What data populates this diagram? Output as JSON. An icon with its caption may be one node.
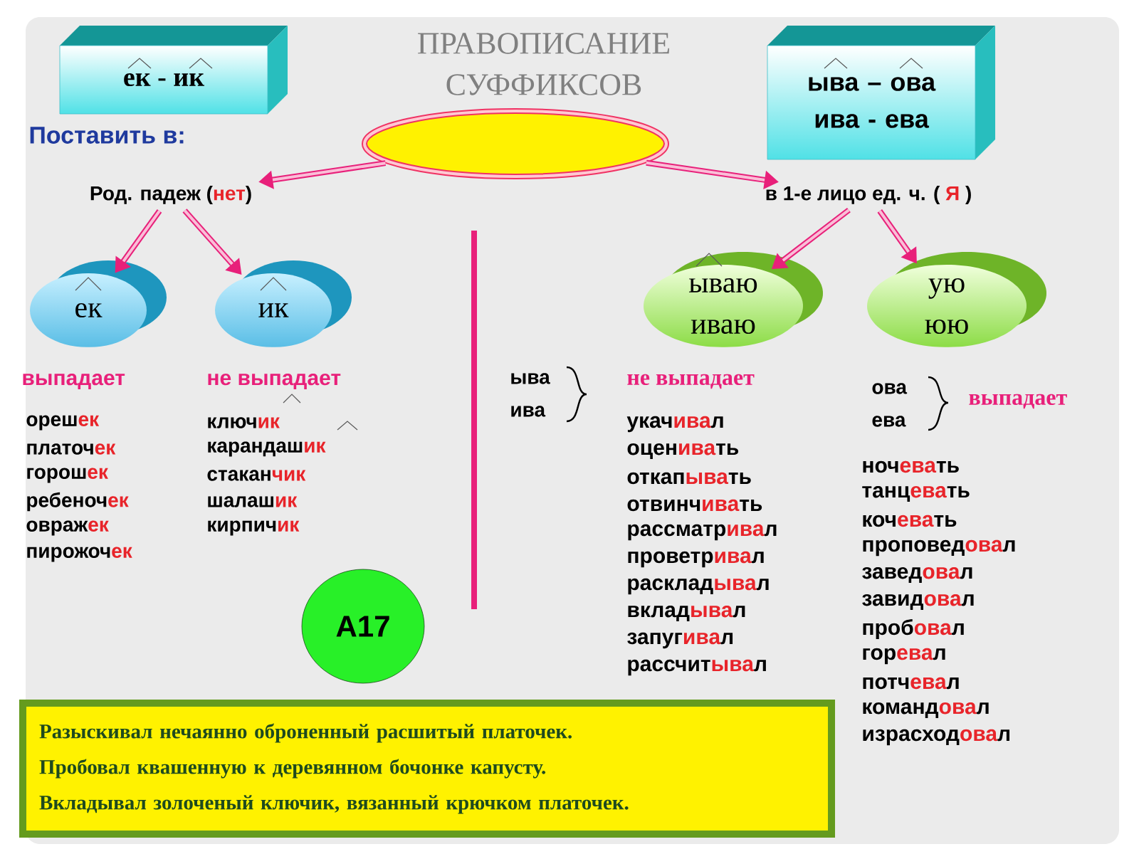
{
  "diagram": {
    "title": "ПРАВОПИСАНИЕ СУФФИКСОВ",
    "nodes": [
      {
        "text": [
          "ек - ик"
        ]
      },
      {
        "text": [
          "ыва – ова ива - ева"
        ]
      },
      {
        "text": [],
        "shape": "ellipse"
      },
      {
        "text": [
          "Род. падеж (**нет**)"
        ]
      },
      {
        "text": [
          "в 1-е лицо ед. ч. ( **Я** )"
        ]
      },
      {
        "text": [
          "ек"
        ]
      },
      {
        "text": [
          "ик"
        ]
      },
      {
        "text": [
          "ываю иваю"
        ]
      },
      {
        "text": [
          "ую юю"
        ]
      },
      {
        "text": [
          "A17"
        ]
      },
      {
        "text": [
          "Разыскивал нечаянно оброненный расшитый платочек.",
          "Пробовал квашенную к деревянном бочонке капусту.",
          "Вкладывал золоченый ключик, вязанный крючком платочек."
        ]
      }
    ],
    "edges": [
      {
        "from": 2,
        "to": 3,
        "arrow": "to"
      },
      {
        "from": 2,
        "to": 4,
        "arrow": "to"
      },
      {
        "from": 3,
        "to": 5,
        "arrow": "to"
      },
      {
        "from": 3,
        "to": 6,
        "arrow": "to"
      },
      {
        "from": 4,
        "to": 7,
        "arrow": "to"
      },
      {
        "from": 4,
        "to": 8,
        "arrow": "to"
      }
    ],
    "labels": [
      "Поставить в:",
      "выпадает",
      "не выпадает",
      "ореш**ек**",
      "платоч**ек**",
      "горош**ек**",
      "ребеноч**ек**",
      "овраж**ек**",
      "пирожоч**ек**",
      "ключ**ик**",
      "карандаш**ик**",
      "стакан**чик**",
      "шалаш**ик**",
      "кирпич**ик**",
      "ыва",
      "ива",
      "не выпадает",
      "укач**ива**л",
      "оцен**ива**ть",
      "откап**ыва**ть",
      "отвинч**ива**ть",
      "рассматр**ива**л",
      "проветр**ива**л",
      "расклад**ыва**л",
      "вклад**ыва**л",
      "запуг**ива**л",
      "рассчит**ыва**л",
      "ова",
      "ева",
      "выпадает",
      "ноч**ева**ть",
      "танц**ева**ть",
      "коч**ева**ть",
      "проповед**ова**л",
      "завед**ова**л",
      "завид**ова**л",
      "проб**ова**л",
      "гор**ева**л",
      "потч**ева**л",
      "команд**ова**л",
      "израсход**ова**л"
    ]
  }
}
